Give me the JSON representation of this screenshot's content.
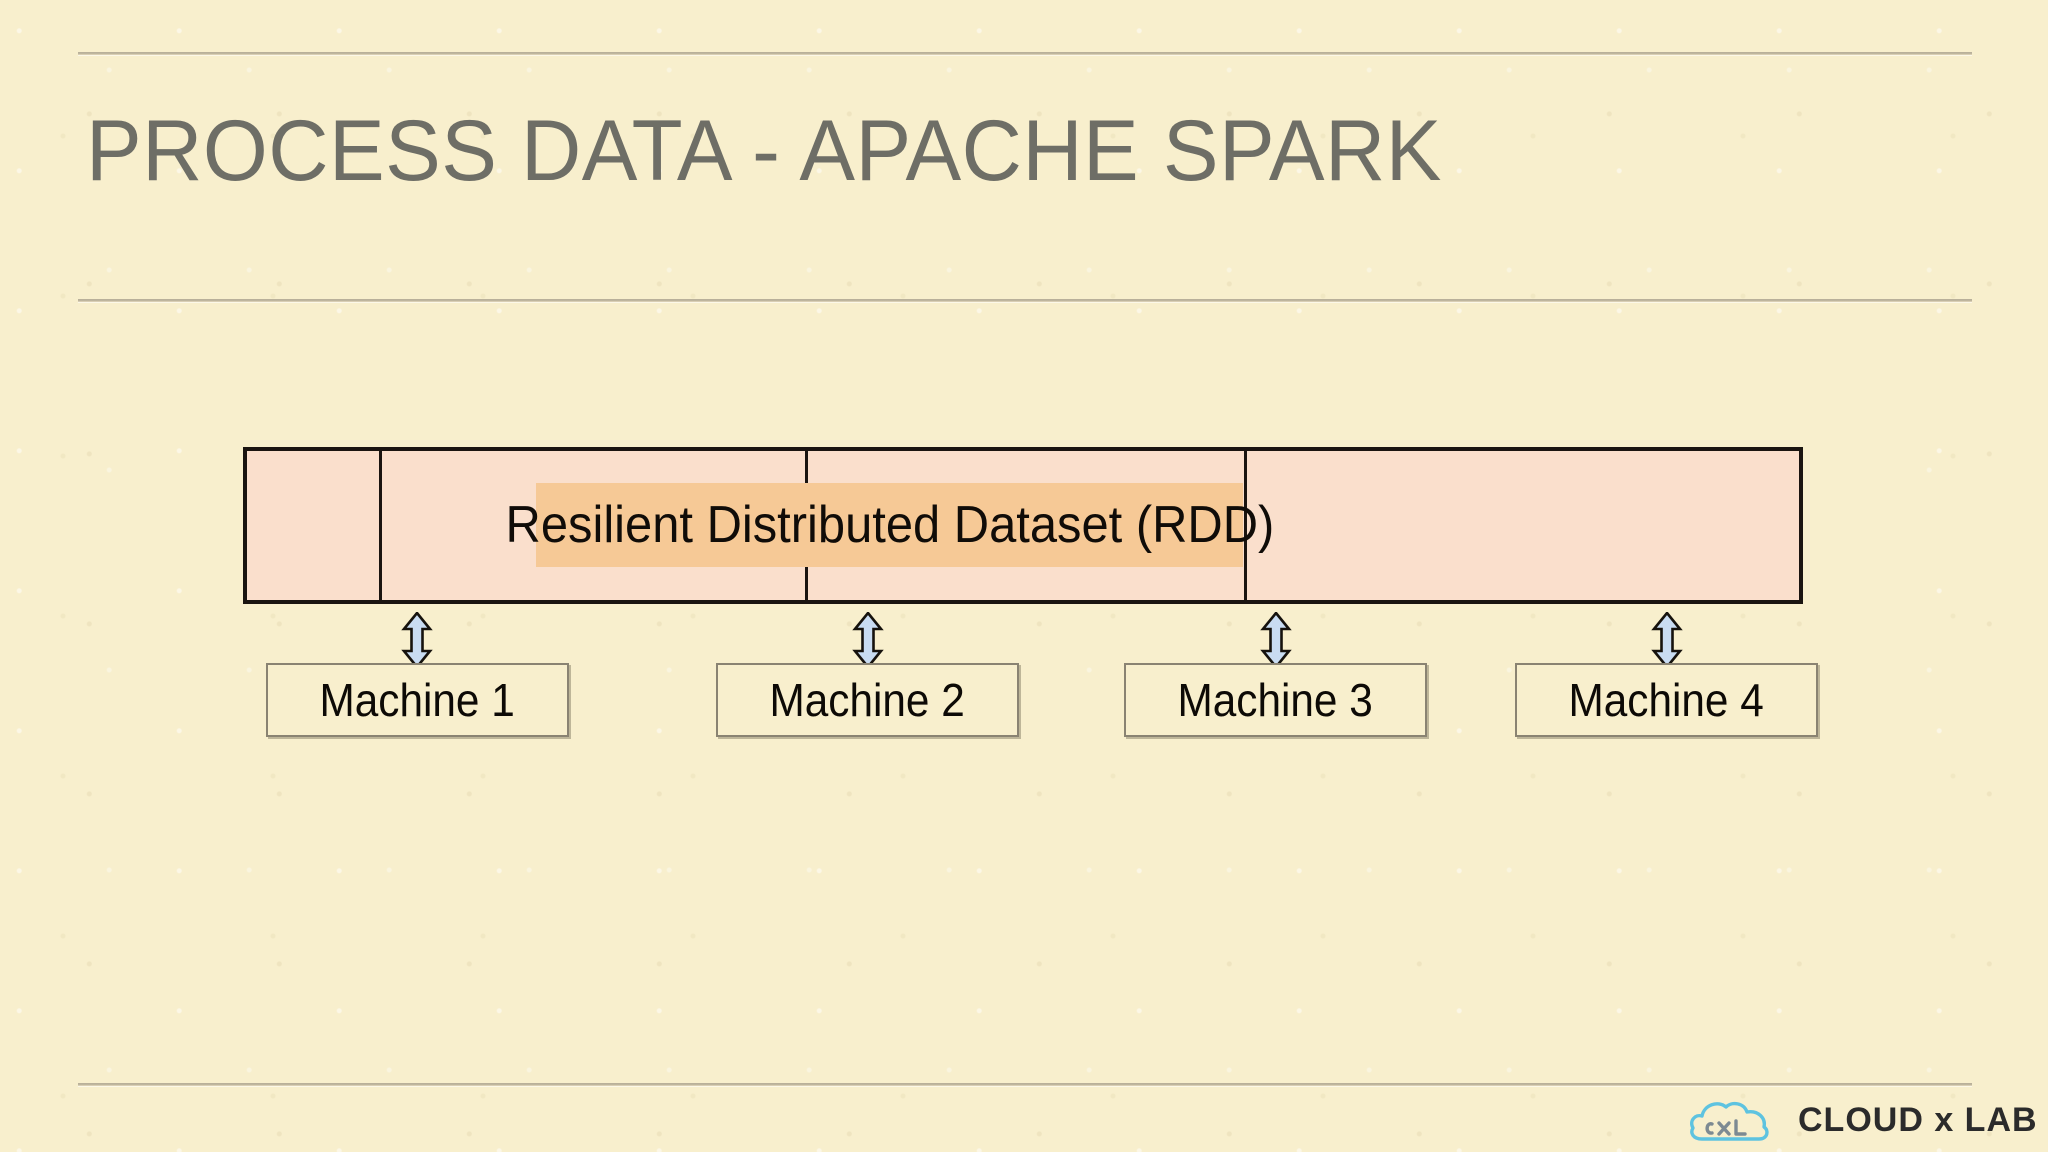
{
  "slide": {
    "title": "PROCESS DATA - APACHE SPARK",
    "background_color": "#f8efcd",
    "title_color": "#6e6e66",
    "rule_color": "#b9b09a"
  },
  "diagram": {
    "name": "rdd-partition-diagram",
    "band_label": "Resilient Distributed Dataset (RDD)",
    "band_color": "#f6c996",
    "cluster_fill_color": "#fadfcc",
    "cluster_border_color": "#1a1410",
    "partition_count": 4,
    "arrow_icon": "double-arrow-up-down-icon",
    "arrow_fill_color": "#c9dcf2",
    "arrow_outline_color": "#1a1410",
    "machines": [
      {
        "label": "Machine 1"
      },
      {
        "label": "Machine 2"
      },
      {
        "label": "Machine 3"
      },
      {
        "label": "Machine 4"
      }
    ]
  },
  "footer": {
    "logo_icon": "cloud-cxl-icon",
    "logo_text": "CLOUD x LAB",
    "logo_cloud_color": "#5ec3e0",
    "logo_letters_color": "#7d8a92",
    "logo_text_color": "#2b2b2b"
  }
}
